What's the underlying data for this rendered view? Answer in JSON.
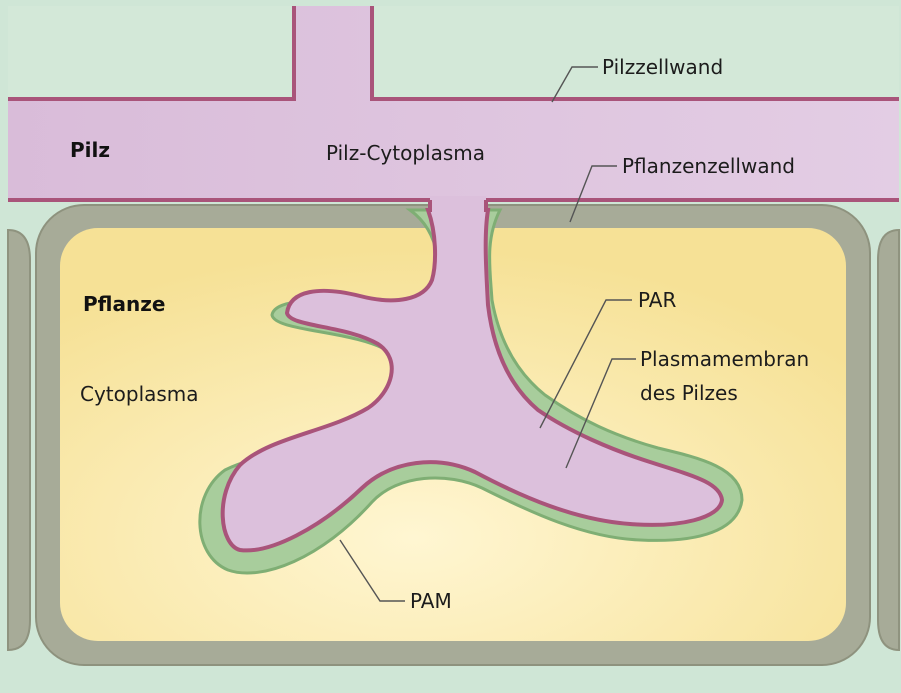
{
  "labels": {
    "pilz": "Pilz",
    "pilz_cytoplasma": "Pilz-Cytoplasma",
    "pilzzellwand": "Pilzzellwand",
    "pflanzenzellwand": "Pflanzenzellwand",
    "pflanze": "Pflanze",
    "cytoplasma": "Cytoplasma",
    "par": "PAR",
    "plasmamembran_line1": "Plasmamembran",
    "plasmamembran_line2": "des Pilzes",
    "pam": "PAM"
  },
  "colors": {
    "intercellular": "#cfe6d6",
    "fungal_cytoplasm": "#dcc0dc",
    "fungal_wall": "#a9547a",
    "plant_wall": "#a7ab98",
    "plant_cytoplasm": "#f8e7a2",
    "periarbuscular_space": "#a8cd9c",
    "pam_edge": "#7fae74"
  }
}
